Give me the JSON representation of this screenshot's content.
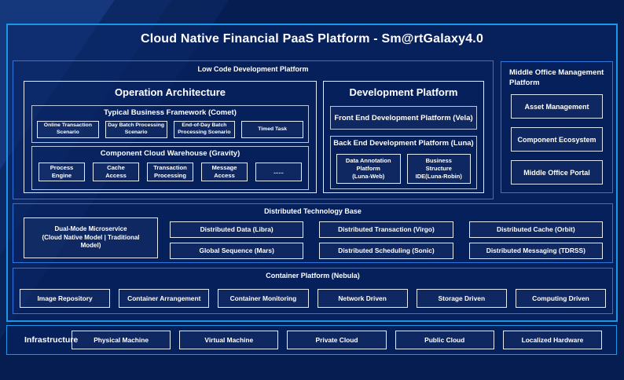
{
  "title": "Cloud Native Financial PaaS Platform - Sm@rtGalaxy4.0",
  "low_code": {
    "label": "Low Code Development Platform",
    "operation_architecture": {
      "title": "Operation Architecture",
      "typical_business": {
        "label": "Typical Business Framework (Comet)",
        "items": [
          "Online Transaction\nScenario",
          "Day Batch Processing\nScenario",
          "End-of-Day Batch\nProcessing Scenario",
          "Timed Task"
        ]
      },
      "component_cloud": {
        "label": "Component Cloud Warehouse (Gravity)",
        "items": [
          "Process\nEngine",
          "Cache\nAccess",
          "Transaction\nProcessing",
          "Message\nAccess",
          "......"
        ]
      }
    },
    "development_platform": {
      "title": "Development Platform",
      "front_end_label": "Front End Development Platform (Vela)",
      "back_end": {
        "label": "Back End Development Platform (Luna)",
        "items": [
          "Data Annotation\nPlatform\n(Luna-Web)",
          "Business\nStructure\nIDE(Luna-Robin)"
        ]
      }
    }
  },
  "middle_office": {
    "label": "Middle Office Management\nPlatform",
    "items": [
      "Asset Management",
      "Component Ecosystem",
      "Middle Office Portal"
    ]
  },
  "distributed": {
    "label": "Distributed Technology Base",
    "dual_mode": "Dual-Mode Microservice\n(Cloud Native Model | Traditional\nModel)",
    "row1": [
      "Distributed Data (Libra)",
      "Distributed Transaction (Virgo)",
      "Distributed Cache (Orbit)"
    ],
    "row2": [
      "Global Sequence (Mars)",
      "Distributed Scheduling (Sonic)",
      "Distributed Messaging (TDRSS)"
    ]
  },
  "container_platform": {
    "label": "Container Platform (Nebula)",
    "items": [
      "Image Repository",
      "Container Arrangement",
      "Container Monitoring",
      "Network Driven",
      "Storage Driven",
      "Computing Driven"
    ]
  },
  "infrastructure": {
    "label": "Infrastructure",
    "items": [
      "Physical Machine",
      "Virtual Machine",
      "Private Cloud",
      "Public Cloud",
      "Localized Hardware"
    ]
  },
  "colors": {
    "accent_border": "#1b97e8",
    "panel_border": "#2b77dd",
    "box_border": "#e6ecf7",
    "background": "#051d51",
    "panel_fill": "#08266b"
  }
}
